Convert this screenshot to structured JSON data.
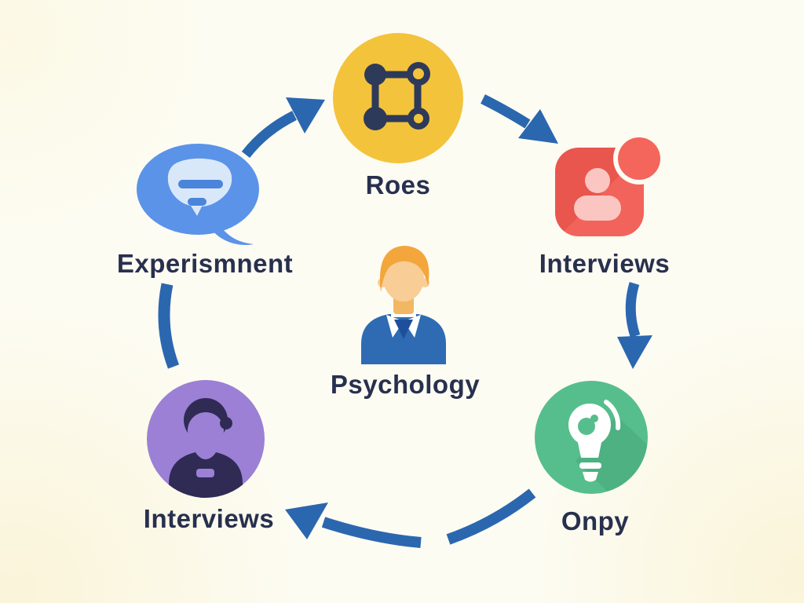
{
  "diagram": {
    "center_node": {
      "label": "Psychology",
      "icon": "person-avatar-icon"
    },
    "nodes": {
      "roes": {
        "label": "Roes",
        "icon": "network-nodes-icon"
      },
      "interviews_right": {
        "label": "Interviews",
        "icon": "person-notification-icon"
      },
      "onpy": {
        "label": "Onpy",
        "icon": "lightbulb-icon"
      },
      "interviews_left": {
        "label": "Interviews",
        "icon": "person-icon"
      },
      "experiment": {
        "label": "Experismnent",
        "icon": "chat-bubble-icon"
      }
    },
    "colors": {
      "background": "#FDFCF3",
      "text": "#28304E",
      "arrow": "#2B67AF",
      "roes_fill": "#F4C33C",
      "roes_icon": "#2E3A59",
      "red_dark": "#E9564E",
      "red_light": "#F2635B",
      "badge": "#F4655B",
      "interviews_right_person": "#FBC6C2",
      "onpy_fill": "#56BE8D",
      "interviews_left_fill": "#9C80D5",
      "person_dark": "#2F2B55",
      "bubble_fill": "#5B93E9",
      "bubble_inner": "#D9E8F9",
      "bubble_bar": "#4B85DB",
      "avatar_hair": "#F3A63C",
      "avatar_skin": "#F8CE96",
      "avatar_neck": "#F2B763",
      "avatar_body": "#2E6BB3",
      "avatar_vneck": "#1F4F9C"
    }
  }
}
